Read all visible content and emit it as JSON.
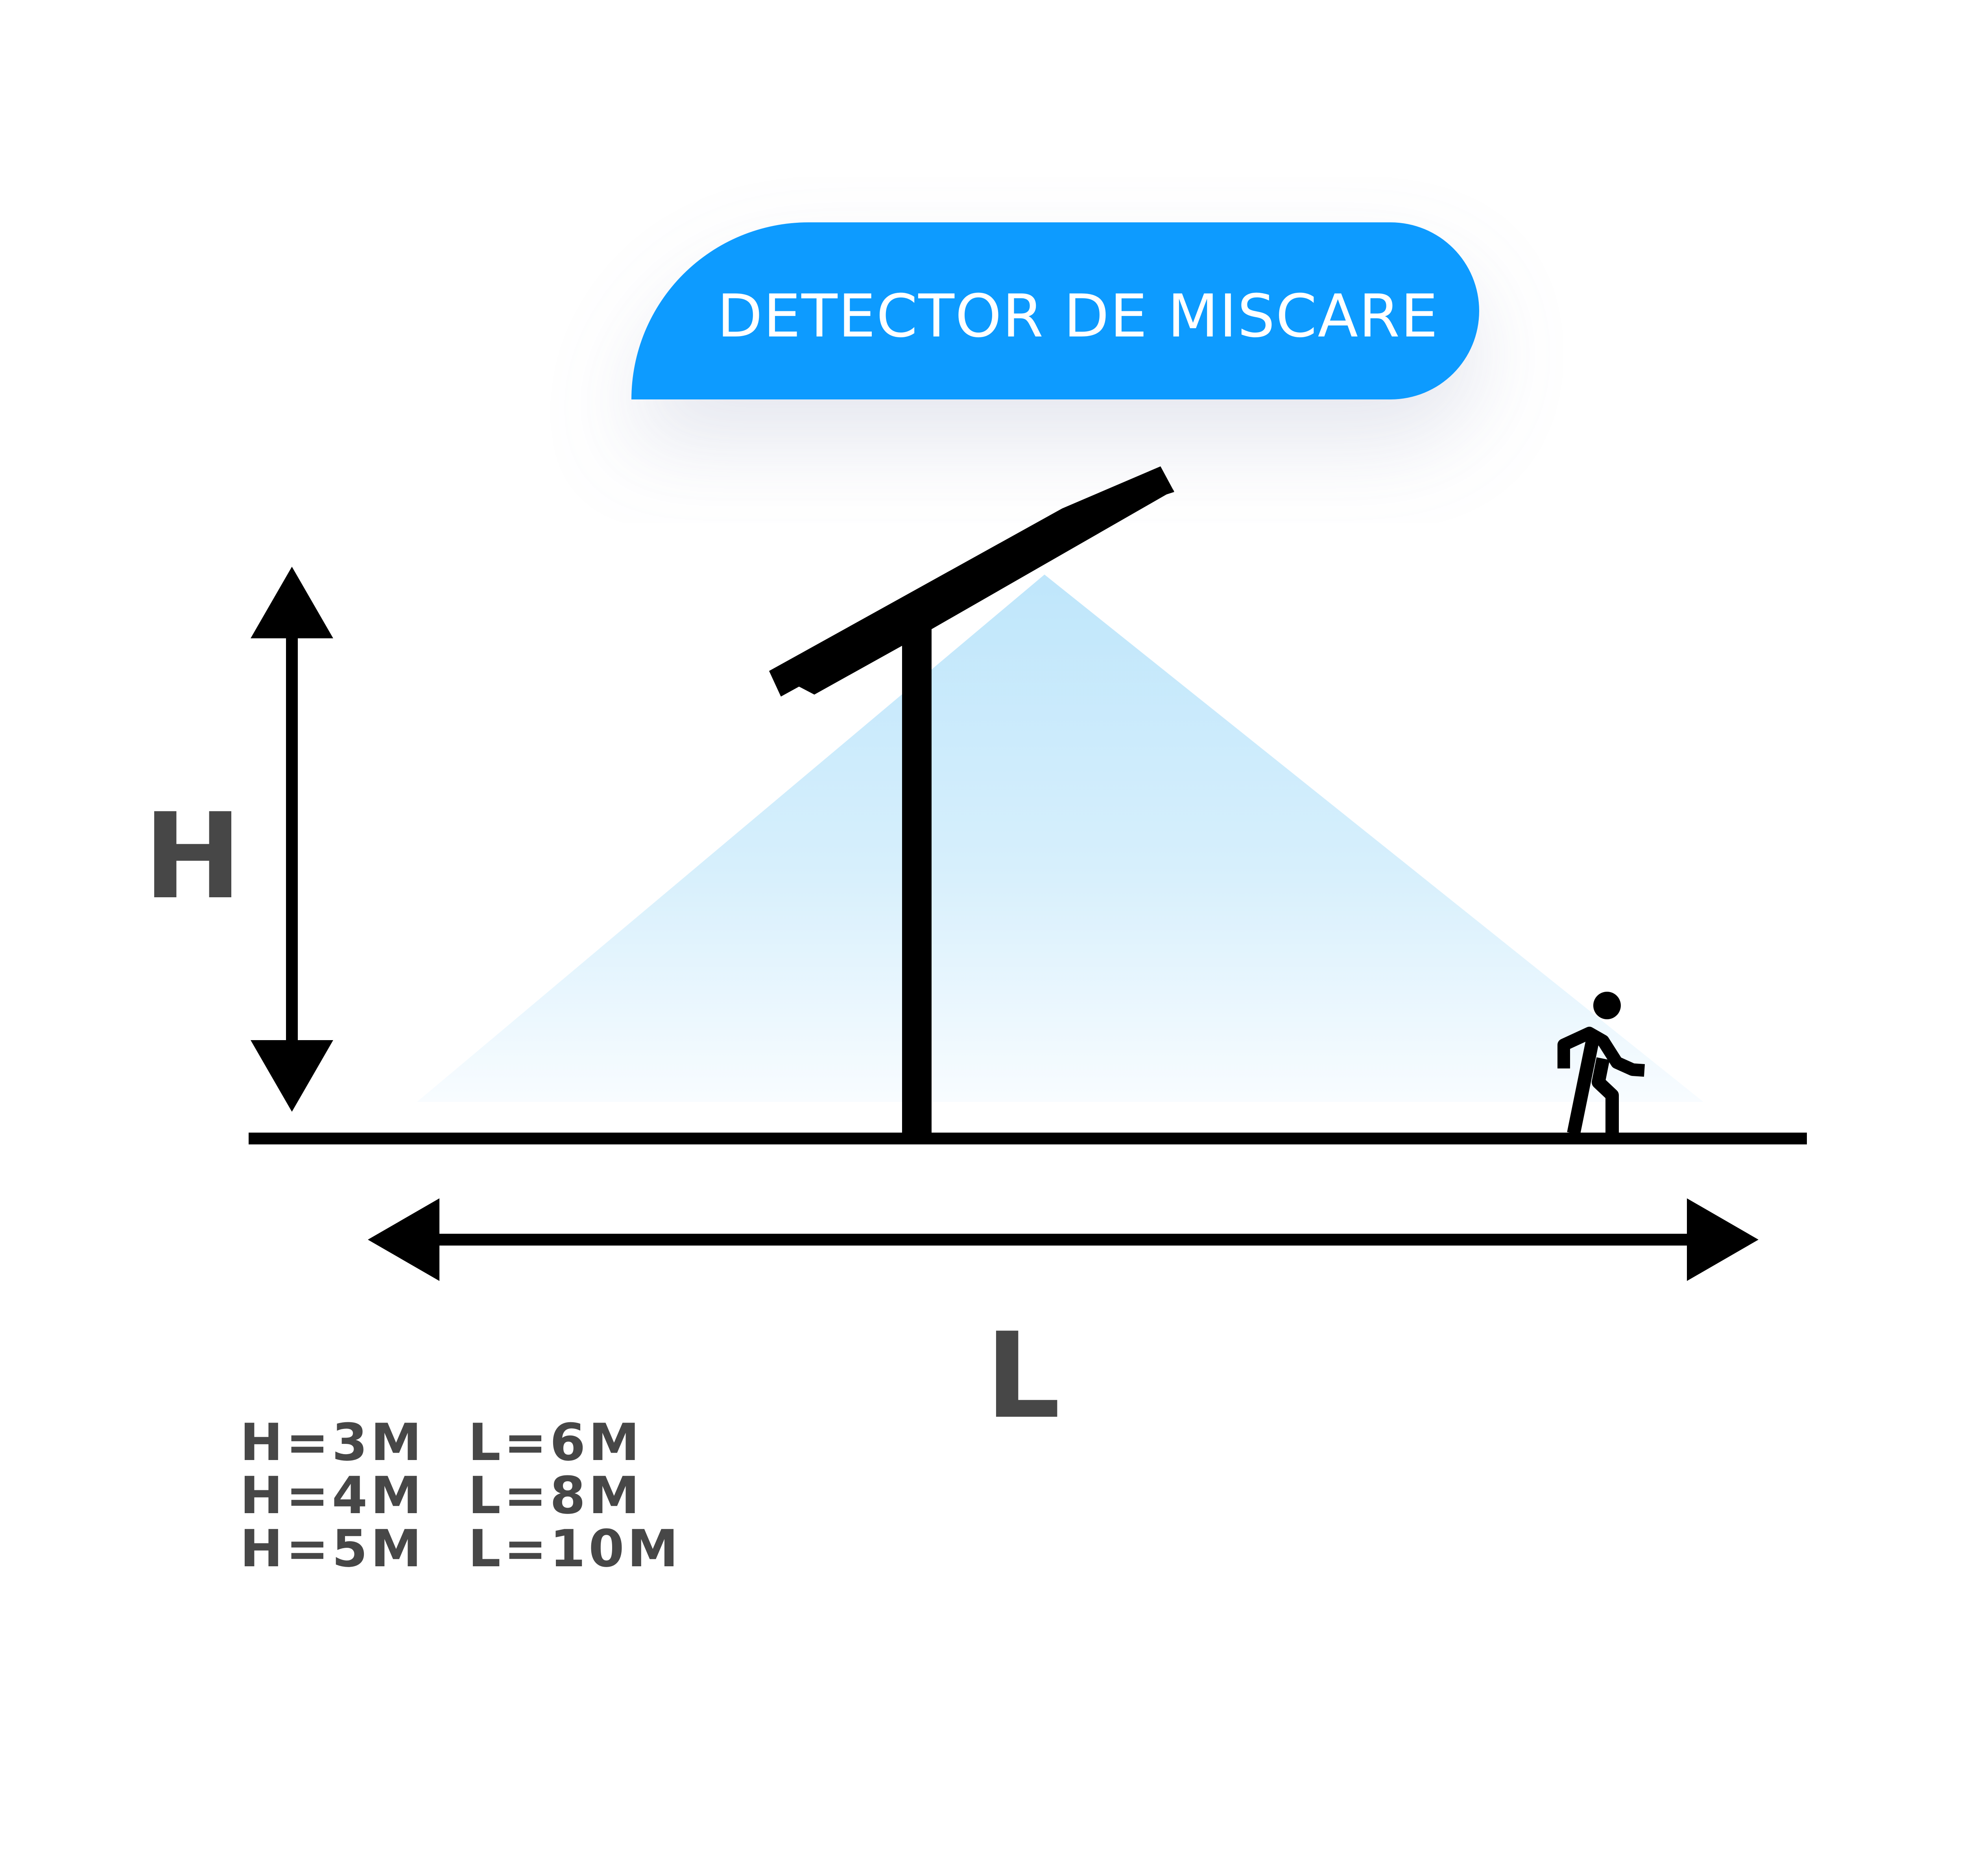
{
  "title": "DETECTOR DE MISCARE",
  "height_label": "H",
  "length_label": "L",
  "specs": [
    {
      "h": "H=3M",
      "l": "L=6M"
    },
    {
      "h": "H=4M",
      "l": "L=8M"
    },
    {
      "h": "H=5M",
      "l": "L=10M"
    }
  ],
  "colors": {
    "badge": "#0a9bff",
    "badge_text": "#ffffff",
    "cone": "#bfe6fb",
    "lines": "#000000",
    "labels": "#474747"
  },
  "icons": {
    "person": "person-walking-icon",
    "detector": "motion-detector-icon"
  }
}
